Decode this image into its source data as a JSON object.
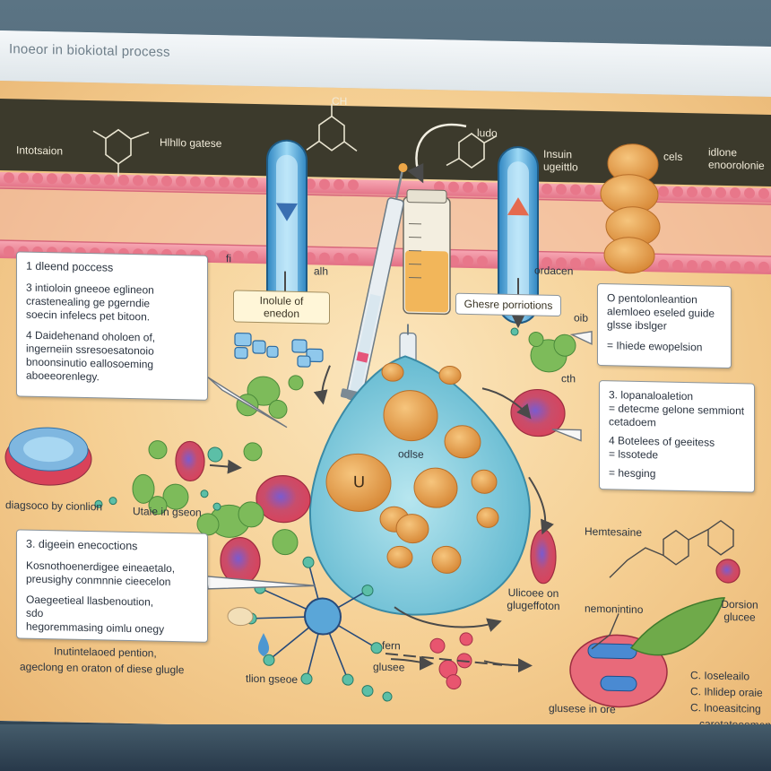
{
  "window": {
    "title": "Inoeor in biokiotal process"
  },
  "colors": {
    "membrane": "#f2899a",
    "capsule": "#52a9dc",
    "droplet": "#8fd3e3",
    "cell_cluster": "#e8a24c",
    "green_cells": "#7dbb5a",
    "red_cells": "#d2475c",
    "background": "#f5cf93"
  },
  "top_labels": {
    "left": "Intotsaion",
    "molecule_left": "Hlhllo gatese",
    "molecule_top": "CH",
    "molecule_right": "ludo",
    "insulin": "Insuin ugeittlo",
    "cells": "cels",
    "right": "idlone enoorolonie"
  },
  "panel_left_top": {
    "heading": "1 dleend poccess",
    "lines_a": [
      "3 intioloin gneeoe eglineon",
      "crastenealing ge pgerndie",
      "soecin infelecs pet bitoon."
    ],
    "lines_b": [
      "4 Daidehenand oholoen of,",
      "ingerneiin ssresoesatonoio",
      "bnoonsinutio eallosoeming",
      "aboeeorenlegy."
    ]
  },
  "panel_right_top": {
    "line1": "O pentolonleantion",
    "line2": "alemloeo eseled guide",
    "line3": "glsse ibslger",
    "line4": "= Ihiede ewopelsion"
  },
  "panel_right_mid": {
    "heading": "3. lopanaloaletion",
    "line1": "= detecme gelone semmiont",
    "line2": "cetadoem",
    "heading2": "4 Botelees of geeitess",
    "line3": "= lssotede",
    "line4": "= hesging"
  },
  "panel_left_bottom": {
    "heading": "3. digeein enecoctions",
    "lines_a": [
      "Kosnothoenerdigee eineaetalo,",
      "preusighy conmnnie cieecelon"
    ],
    "lines_b": [
      "Oaegeetieal llasbenoution,",
      "sdo",
      "hegoremmasing oimlu onegy"
    ]
  },
  "tags": {
    "insulin_of": "Inolule of",
    "insulin_of2": "enedon",
    "glucose_partitions": "Ghesre porriotions",
    "glucose_droplet": "U",
    "droplet_label": "odlse"
  },
  "misc_labels": {
    "orlacene": "ordacen",
    "oib": "oib",
    "cth": "cth",
    "ath": "alh",
    "fi_left": "fi",
    "diagnose": "diagsoco by cionlion",
    "utaie": "Utaie in gseon",
    "hemo": "Hemtesaine",
    "nemo": "nemonintino",
    "gluc_on": "Ulicoee on glugeffoton",
    "dresion": "Dorsion glucee",
    "fern": "fern",
    "glusee": "glusee",
    "glusease": "glusese in ore",
    "thon": "tlion gseoe",
    "inlinked": "Inutintelaoed pention,",
    "equidal": "ageclong en oraton of diese glugle",
    "bullets_c": [
      "C. Ioseleailo",
      "C. Ihlidep oraie",
      "C. lnoeasitcing",
      "caretatoeomen"
    ]
  }
}
